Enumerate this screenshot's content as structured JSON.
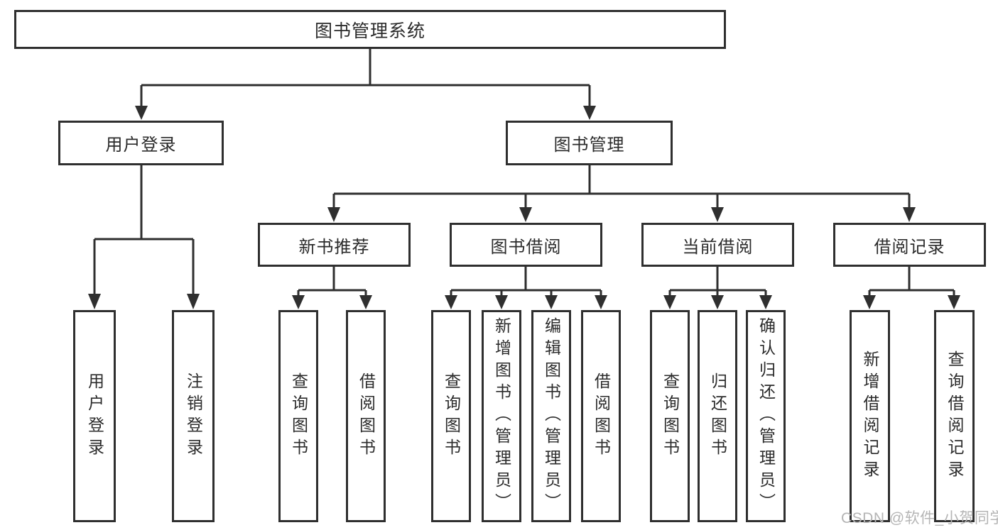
{
  "colors": {
    "line": "#2f2f2f",
    "border": "#2f2f2f",
    "text": "#2b2b2b",
    "watermark": "#b5b5b5",
    "background": "#ffffff"
  },
  "watermark": {
    "text": "CSDN @软件_小贺同学"
  },
  "nodes": {
    "root": {
      "label": "图书管理系统"
    },
    "user_login": {
      "label": "用户登录"
    },
    "book_management": {
      "label": "图书管理"
    },
    "new_book_recommend": {
      "label": "新书推荐"
    },
    "book_borrowing": {
      "label": "图书借阅"
    },
    "current_borrowing": {
      "label": "当前借阅"
    },
    "borrowing_records": {
      "label": "借阅记录"
    },
    "leaf_user_login": {
      "label": "用户登录"
    },
    "leaf_logout": {
      "label": "注销登录"
    },
    "leaf_nbr_query_books": {
      "label": "查询图书"
    },
    "leaf_nbr_borrow_books": {
      "label": "借阅图书"
    },
    "leaf_bb_query_books": {
      "label": "查询图书"
    },
    "leaf_bb_add_books": {
      "label": "新增图书（管理员）"
    },
    "leaf_bb_edit_books": {
      "label": "编辑图书（管理员）"
    },
    "leaf_bb_borrow_books": {
      "label": "借阅图书"
    },
    "leaf_cb_query_books": {
      "label": "查询图书"
    },
    "leaf_cb_return_books": {
      "label": "归还图书"
    },
    "leaf_cb_confirm_return": {
      "label": "确认归还（管理员）"
    },
    "leaf_br_add_record": {
      "label": "新增借阅记录"
    },
    "leaf_br_query_record": {
      "label": "查询借阅记录"
    }
  },
  "hierarchy": {
    "图书管理系统": {
      "用户登录": [
        "用户登录",
        "注销登录"
      ],
      "图书管理": {
        "新书推荐": [
          "查询图书",
          "借阅图书"
        ],
        "图书借阅": [
          "查询图书",
          "新增图书（管理员）",
          "编辑图书（管理员）",
          "借阅图书"
        ],
        "当前借阅": [
          "查询图书",
          "归还图书",
          "确认归还（管理员）"
        ],
        "借阅记录": [
          "新增借阅记录",
          "查询借阅记录"
        ]
      }
    }
  }
}
